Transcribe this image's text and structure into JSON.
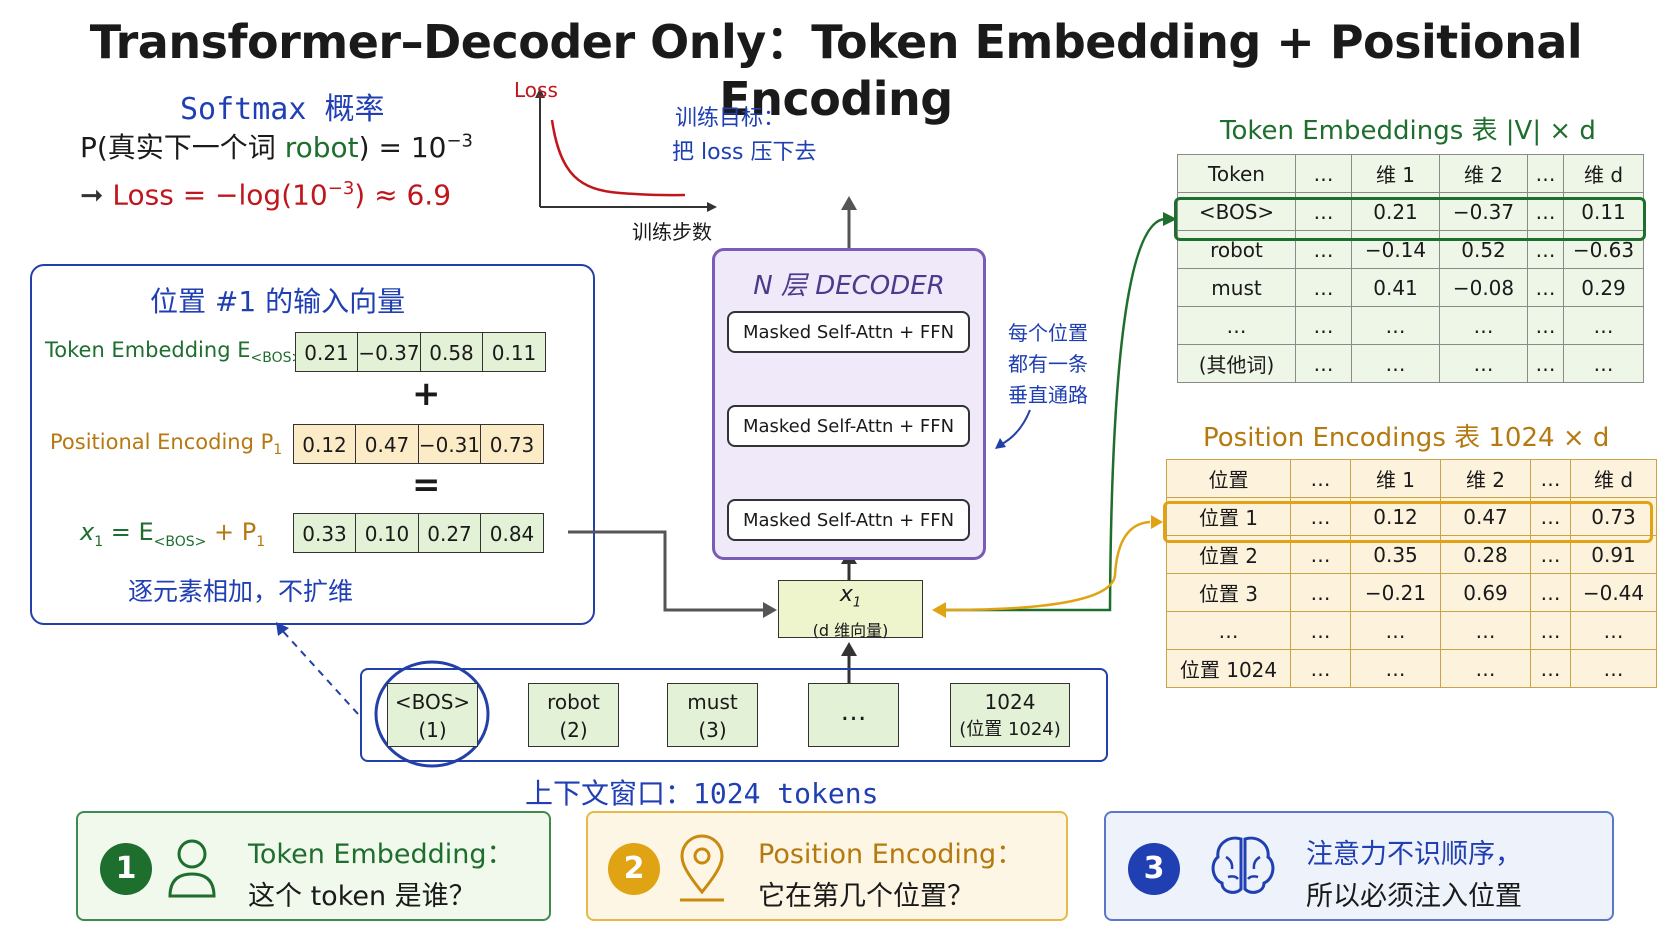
{
  "title": "Transformer–Decoder Only：Token Embedding + Positional Encoding",
  "softmax": {
    "heading": "Softmax 概率",
    "prob_prefix": "P(真实下一个词 ",
    "prob_word": "robot",
    "prob_suffix": ") = 10",
    "prob_exp": "−3",
    "loss_label": "Loss = −log(10",
    "loss_exp": "−3",
    "loss_tail": ") ≈ 6.9"
  },
  "loss_plot": {
    "ylabel": "Loss",
    "xlabel": "训练步数",
    "note_line1": "训练目标：",
    "note_line2": "把 loss 压下去"
  },
  "input_panel": {
    "heading": "位置 #1 的输入向量",
    "token_label": "Token Embedding E",
    "token_sub": "<BOS>",
    "token_vec": [
      "0.21",
      "−0.37",
      "0.58",
      "0.11"
    ],
    "plus": "+",
    "pos_label": "Positional Encoding P",
    "pos_sub": "1",
    "pos_vec": [
      "0.12",
      "0.47",
      "−0.31",
      "0.73"
    ],
    "equals": "=",
    "x_label_a": "x",
    "x_label_sub": "1",
    "x_label_b": " = E",
    "x_label_sub2": "<BOS>",
    "x_label_c": " + P",
    "x_label_sub3": "1",
    "x_vec": [
      "0.33",
      "0.10",
      "0.27",
      "0.84"
    ],
    "note": "逐元素相加，不扩维"
  },
  "decoder": {
    "title": "N 层 DECODER",
    "layers": [
      "Masked Self-Attn + FFN",
      "Masked Self-Attn + FFN",
      "Masked Self-Attn + FFN"
    ],
    "side_note": [
      "每个位置",
      "都有一条",
      "垂直通路"
    ],
    "x_main": "x",
    "x_sub": "1",
    "x_desc": "(d 维向量)"
  },
  "context": {
    "tokens": [
      {
        "top": "<BOS>",
        "bottom": "(1)"
      },
      {
        "top": "robot",
        "bottom": "(2)"
      },
      {
        "top": "must",
        "bottom": "(3)"
      },
      {
        "top": "…",
        "bottom": ""
      },
      {
        "top": "1024",
        "bottom": "(位置 1024)"
      }
    ],
    "label": "上下文窗口：1024 tokens"
  },
  "token_table": {
    "title": "Token Embeddings 表  |V| × d",
    "header": [
      "Token",
      "…",
      "维 1",
      "维 2",
      "…",
      "维 d"
    ],
    "rows": [
      [
        "<BOS>",
        "…",
        "0.21",
        "−0.37",
        "…",
        "0.11"
      ],
      [
        "robot",
        "…",
        "−0.14",
        "0.52",
        "…",
        "−0.63"
      ],
      [
        "must",
        "…",
        "0.41",
        "−0.08",
        "…",
        "0.29"
      ],
      [
        "…",
        "…",
        "…",
        "…",
        "…",
        "…"
      ],
      [
        "(其他词)",
        "…",
        "…",
        "…",
        "…",
        "…"
      ]
    ]
  },
  "pos_table": {
    "title": "Position Encodings 表  1024 × d",
    "header": [
      "位置",
      "…",
      "维 1",
      "维 2",
      "…",
      "维 d"
    ],
    "rows": [
      [
        "位置 1",
        "…",
        "0.12",
        "0.47",
        "…",
        "0.73"
      ],
      [
        "位置 2",
        "…",
        "0.35",
        "0.28",
        "…",
        "0.91"
      ],
      [
        "位置 3",
        "…",
        "−0.21",
        "0.69",
        "…",
        "−0.44"
      ],
      [
        "…",
        "…",
        "…",
        "…",
        "…",
        "…"
      ],
      [
        "位置 1024",
        "…",
        "…",
        "…",
        "…",
        "…"
      ]
    ]
  },
  "cards": [
    {
      "num": "1",
      "line1": "Token Embedding：",
      "line2": "这个 token 是谁？"
    },
    {
      "num": "2",
      "line1": "Position Encoding：",
      "line2": "它在第几个位置？"
    },
    {
      "num": "3",
      "line1": "注意力不识顺序，",
      "line2": "所以必须注入位置"
    }
  ],
  "colors": {
    "blue": "#1f3fb3",
    "green": "#1e6e2e",
    "orange": "#e0a314",
    "purple": "#7a5bb5",
    "red": "#c0161d"
  }
}
